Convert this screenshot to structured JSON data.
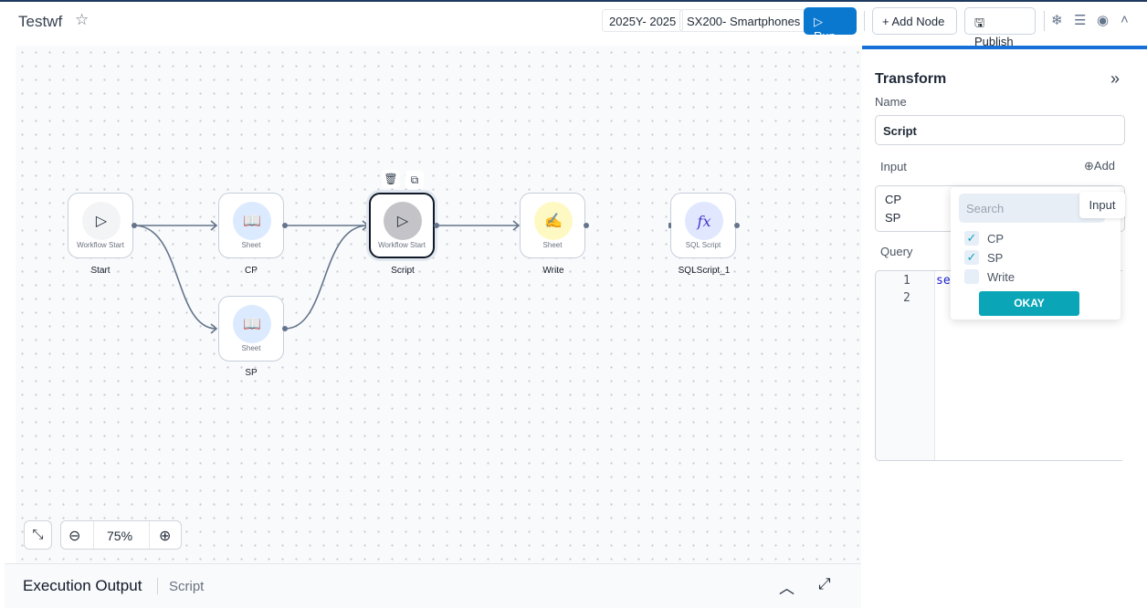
{
  "header": {
    "title": "Testwf",
    "year_chip": "2025Y- 2025",
    "product_chip": "SX200- Smartphones",
    "run_label": "Run",
    "add_node_label": "Add Node",
    "publish_label": "Publish"
  },
  "canvas": {
    "nodes": [
      {
        "type": "Workflow Start",
        "label": "Start"
      },
      {
        "type": "Sheet",
        "label": "CP"
      },
      {
        "type": "Sheet",
        "label": "SP"
      },
      {
        "type": "Workflow Start",
        "label": "Script",
        "selected": true
      },
      {
        "type": "Sheet",
        "label": "Write"
      },
      {
        "type": "SQL Script",
        "label": "SQLScript_1"
      }
    ],
    "edges": [
      [
        "Start",
        "CP"
      ],
      [
        "Start",
        "SP"
      ],
      [
        "CP",
        "Script"
      ],
      [
        "SP",
        "Script"
      ],
      [
        "Script",
        "Write"
      ]
    ],
    "zoom": "75%"
  },
  "bottom": {
    "title": "Execution Output",
    "subtitle": "Script"
  },
  "panel": {
    "title": "Transform",
    "name_label": "Name",
    "name_value": "Script",
    "input_label": "Input",
    "add_label": "Add",
    "inputs": [
      "CP",
      "SP"
    ],
    "query_label": "Query",
    "line_numbers": [
      "1",
      "2"
    ],
    "code_fragment": "se"
  },
  "popup": {
    "search_placeholder": "Search",
    "tooltip": "Input",
    "options": [
      {
        "label": "CP",
        "checked": true
      },
      {
        "label": "SP",
        "checked": true
      },
      {
        "label": "Write",
        "checked": false
      }
    ],
    "ok_label": "OKAY"
  },
  "colors": {
    "accent": "#0b78d0",
    "okay": "#0aa6b8",
    "panel_border": "#1670d8"
  }
}
